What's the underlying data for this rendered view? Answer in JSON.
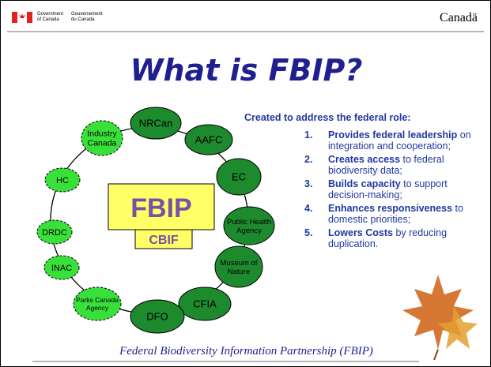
{
  "header": {
    "gov_en": "Government\nof Canada",
    "gov_fr": "Gouvernement\ndu Canada",
    "wordmark": "Canadä"
  },
  "title": "What is FBIP?",
  "center": {
    "main": "FBIP",
    "sub": "CBIF"
  },
  "nodes": [
    "NRCan",
    "AAFC",
    "EC",
    "Public Health Agency",
    "Museum of Nature",
    "CFIA",
    "DFO",
    "Parks Canada Agency",
    "INAC",
    "DRDC",
    "HC",
    "Industry Canada"
  ],
  "intro": "Created to address the federal role:",
  "points": [
    {
      "num": "1.",
      "bold": "Provides federal leadership",
      "rest": " on integration and cooperation;"
    },
    {
      "num": "2.",
      "bold": "Creates access",
      "rest": " to federal biodiversity data;"
    },
    {
      "num": "3.",
      "bold": "Builds capacity",
      "rest": " to support decision-making;"
    },
    {
      "num": "4.",
      "bold": "Enhances responsiveness",
      "rest": " to domestic priorities;"
    },
    {
      "num": "5.",
      "bold": "Lowers Costs",
      "rest": " by reducing duplication."
    }
  ],
  "footer": "Federal Biodiversity Information Partnership (FBIP)",
  "colors": {
    "node_dark": "#1e8a2e",
    "node_light": "#39e039",
    "center_box": "#ffff66",
    "center_text": "#7a4fa6",
    "text_blue": "#2038a0",
    "title_blue": "#1f1f8f"
  }
}
